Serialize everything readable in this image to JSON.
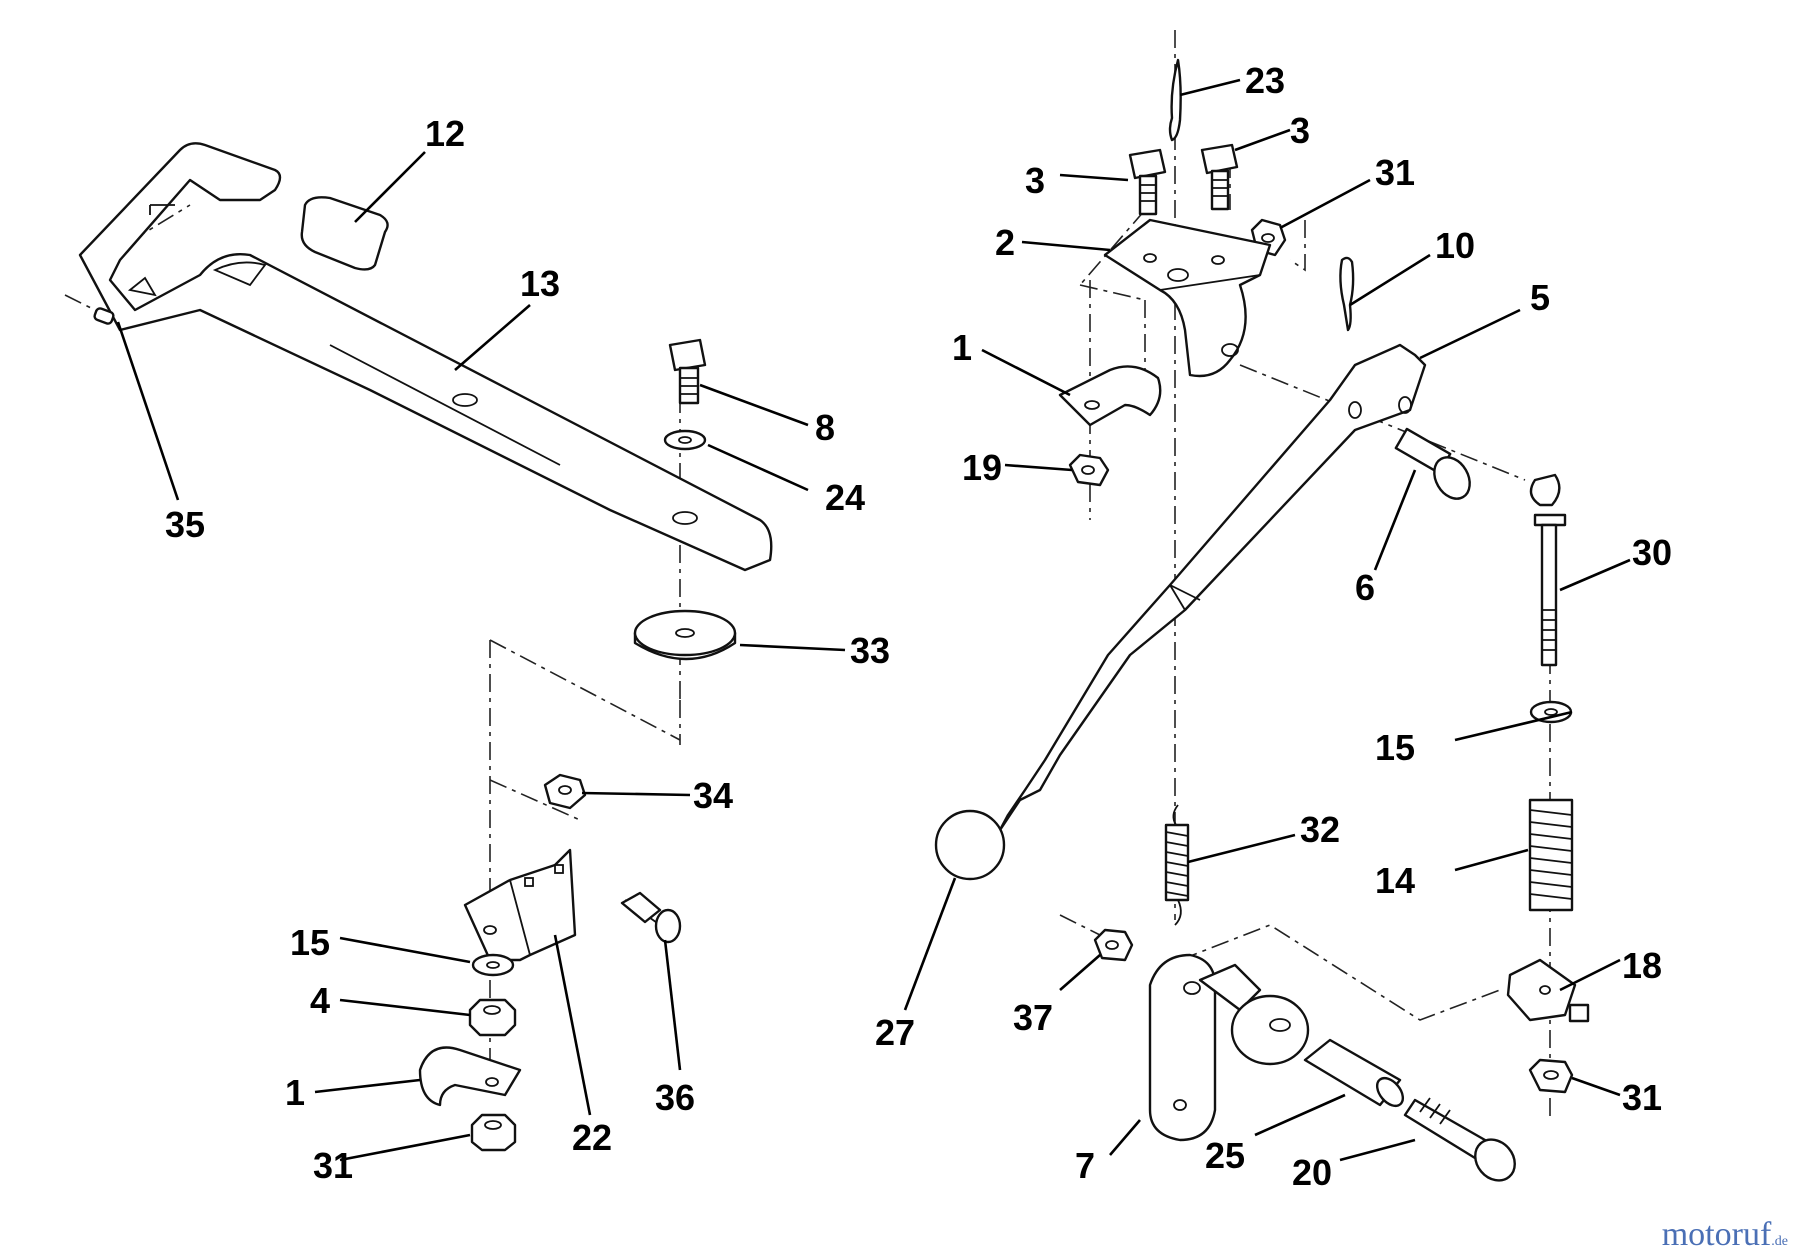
{
  "callouts": [
    "12",
    "13",
    "35",
    "8",
    "24",
    "33",
    "34",
    "15",
    "4",
    "1",
    "31",
    "22",
    "36",
    "23",
    "3",
    "3",
    "31",
    "2",
    "10",
    "5",
    "1",
    "19",
    "6",
    "30",
    "15",
    "32",
    "14",
    "27",
    "37",
    "18",
    "31",
    "7",
    "25",
    "20"
  ],
  "watermark": {
    "brand": "motoruf",
    "tld": ".de",
    "color": "#4a6fb5"
  }
}
